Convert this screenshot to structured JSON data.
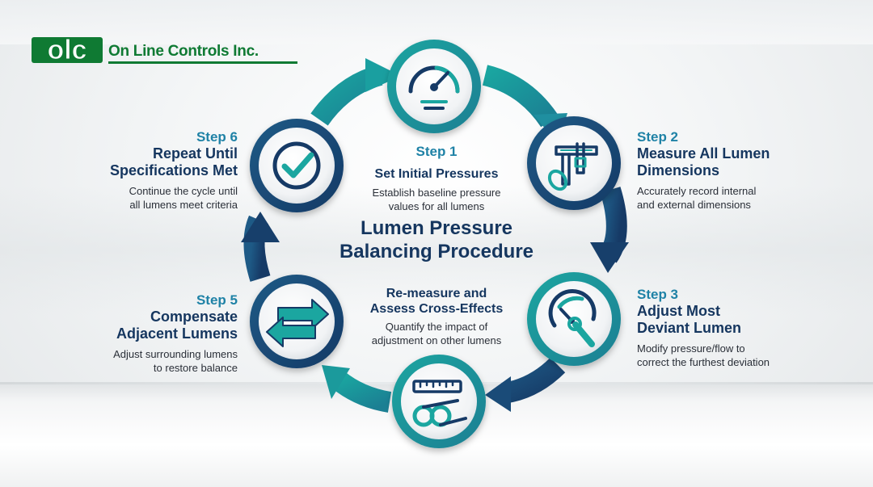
{
  "logo": {
    "mark_text": "olc",
    "company": "On Line Controls Inc."
  },
  "center": {
    "title_line1": "Lumen Pressure",
    "title_line2": "Balancing Procedure"
  },
  "steps": [
    {
      "num": "Step 1",
      "title_lines": [
        "Set Initial Pressures"
      ],
      "desc_lines": [
        "Establish baseline pressure",
        "values for all lumens"
      ]
    },
    {
      "num": "Step 2",
      "title_lines": [
        "Measure All Lumen",
        "Dimensions"
      ],
      "desc_lines": [
        "Accurately record internal",
        "and external dimensions"
      ]
    },
    {
      "num": "Step 3",
      "title_lines": [
        "Adjust Most",
        "Deviant Lumen"
      ],
      "desc_lines": [
        "Modify pressure/flow to",
        "correct the furthest deviation"
      ]
    },
    {
      "num": "",
      "title_lines": [
        "Re-measure and",
        "Assess Cross-Effects"
      ],
      "desc_lines": [
        "Quantify the impact of",
        "adjustment on other lumens"
      ]
    },
    {
      "num": "Step 5",
      "title_lines": [
        "Compensate",
        "Adjacent Lumens"
      ],
      "desc_lines": [
        "Adjust surrounding lumens",
        "to restore balance"
      ]
    },
    {
      "num": "Step 6",
      "title_lines": [
        "Repeat Until",
        "Specifications Met"
      ],
      "desc_lines": [
        "Continue the cycle until",
        "all lumens meet criteria"
      ]
    }
  ],
  "icons": [
    "pressure-gauge-icon",
    "caliper-icon",
    "gauge-wrench-icon",
    "ruler-tubes-icon",
    "exchange-arrows-icon",
    "checkmark-icon"
  ],
  "colors": {
    "navy": "#15365f",
    "teal": "#1f9a9a",
    "step_blue": "#1f82a6",
    "logo_green": "#0f7a33"
  }
}
